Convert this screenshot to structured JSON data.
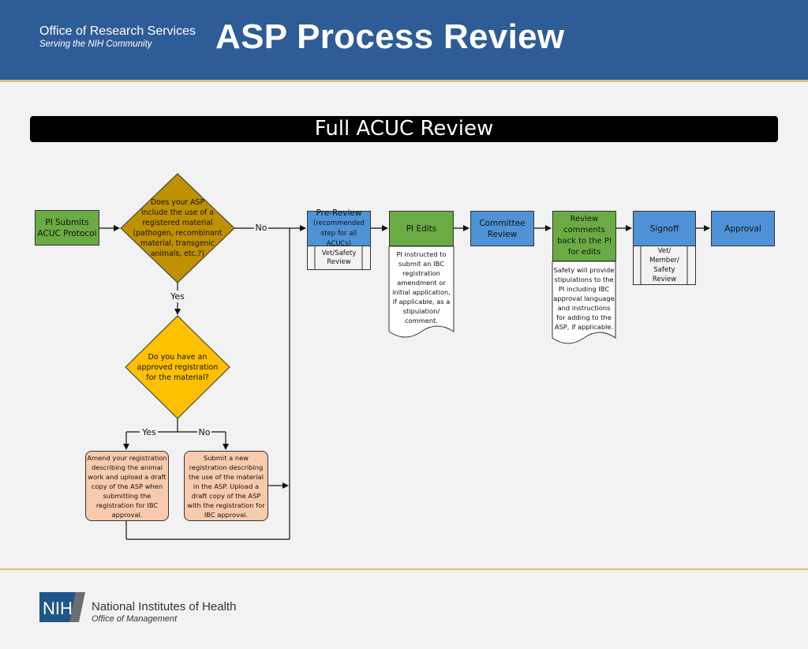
{
  "header": {
    "org_name": "Office of Research Services",
    "org_tagline": "Serving the NIH Community",
    "title": "ASP Process Review"
  },
  "banner": "Full ACUC Review",
  "flow": {
    "pi_submits": "PI Submits\nACUC Protocol",
    "decision1": "Does your ASP\ninclude the use of a\nregistered material\n(pathogen, recombinant\nmaterial, transgenic\nanimals, etc.?)",
    "no_label": "No",
    "yes_label": "Yes",
    "decision2": "Do you have an\napproved registration\nfor the material?",
    "yes_label2": "Yes",
    "no_label2": "No",
    "amend": "Amend your registration\ndescribing the animal\nwork and upload a draft\ncopy of the ASP when\nsubmitting the\nregistration for IBC\napproval.",
    "submit_new": "Submit a new\nregistration describing\nthe use of the material\nin the ASP. Upload a\ndraft copy of the ASP\nwith the registration for\nIBC approval.",
    "pre_review_title": "Pre-Review",
    "pre_review_note": "(recommended\nstep for all ACUCs)",
    "pre_review_sub": "Vet/Safety\nReview",
    "pi_edits": "PI Edits",
    "pi_edits_doc": "PI instructed to\nsubmit an IBC\nregistration\namendment or\ninitial application,\nif applicable, as a\nstipulation/\ncomment.",
    "committee_review": "Committee\nReview",
    "review_comments": "Review\ncomments\nback to the PI\nfor edits",
    "review_doc": "Safety will provide\nstipulations to the\nPI including IBC\napproval language\nand instructions\nfor adding to the\nASP,  if applicable.",
    "signoff": "Signoff",
    "signoff_sub": "Vet/\nMember/\nSafety\nReview",
    "approval": "Approval"
  },
  "footer": {
    "logo_text": "NIH",
    "agency": "National Institutes of Health",
    "office": "Office of Management"
  },
  "colors": {
    "header_blue": "#2e5c96",
    "gold_rule": "#d9c27a",
    "green": "#6aac43",
    "blue": "#4f93d6",
    "diamond1": "#bf9000",
    "diamond2": "#ffc000",
    "peach": "#f8cbad"
  }
}
